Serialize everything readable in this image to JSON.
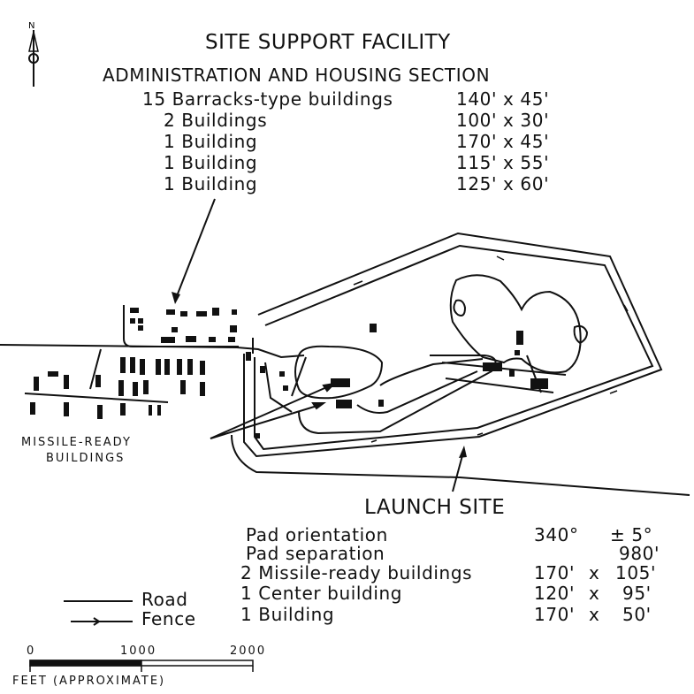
{
  "site_support": {
    "title": "SITE SUPPORT FACILITY",
    "subtitle": "ADMINISTRATION AND HOUSING SECTION",
    "rows": [
      {
        "label": "15 Barracks-type buildings",
        "dims": "140' x 45'"
      },
      {
        "label": "2 Buildings",
        "dims": "100' x 30'"
      },
      {
        "label": "1 Building",
        "dims": "170' x 45'"
      },
      {
        "label": "1 Building",
        "dims": "115' x 55'"
      },
      {
        "label": "1 Building",
        "dims": "125' x 60'"
      }
    ]
  },
  "north_arrow": {
    "label": "N"
  },
  "missile_ready_label": [
    "MISSILE-READY",
    "BUILDINGS"
  ],
  "launch_site": {
    "title": "LAUNCH SITE",
    "rows": [
      {
        "label": "Pad orientation",
        "value": "340°",
        "extra": "± 5°"
      },
      {
        "label": "Pad separation",
        "value": "",
        "extra": "980'"
      },
      {
        "label": "2 Missile-ready buildings",
        "value": "170'",
        "x": "x",
        "extra": "105'"
      },
      {
        "label": "1 Center building",
        "value": "120'",
        "x": "x",
        "extra": "95'"
      },
      {
        "label": "1 Building",
        "value": "170'",
        "x": "x",
        "extra": "50'"
      }
    ]
  },
  "legend": {
    "road": "Road",
    "fence": "Fence"
  },
  "scale": {
    "ticks": [
      "0",
      "1000",
      "2000"
    ],
    "caption": "FEET (APPROXIMATE)"
  }
}
